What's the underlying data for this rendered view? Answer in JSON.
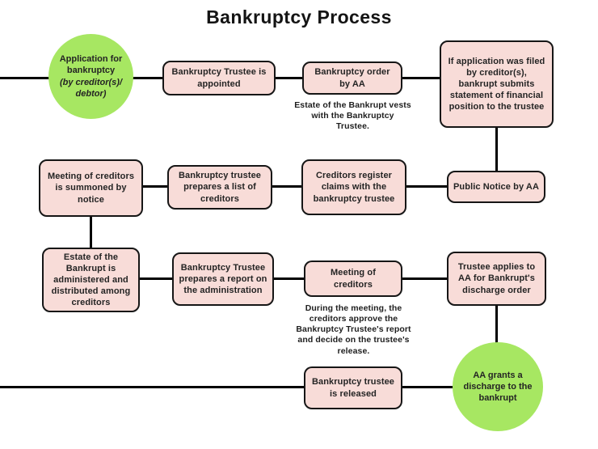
{
  "title": "Bankruptcy Process",
  "colors": {
    "box_fill": "#f8dcd8",
    "box_border": "#161616",
    "circle_fill": "#a7e762",
    "connector": "#000000",
    "text": "#242424"
  },
  "nodes": {
    "application": {
      "text": "Application for bankruptcy",
      "italic_text": "(by creditor(s)/ debtor)"
    },
    "trustee_appointed": {
      "text": "Bankruptcy Trustee is appointed"
    },
    "bankruptcy_order": {
      "text": "Bankruptcy order by AA"
    },
    "order_note": {
      "text": "Estate of the Bankrupt vests with the Bankruptcy Trustee."
    },
    "statement_submission": {
      "text": "If application was filed by creditor(s), bankrupt submits statement of financial position to the trustee"
    },
    "public_notice": {
      "text": "Public Notice by AA"
    },
    "creditors_register": {
      "text": "Creditors register claims with the bankruptcy trustee"
    },
    "trustee_list": {
      "text": "Bankruptcy trustee prepares a list of creditors"
    },
    "meeting_summoned": {
      "text": "Meeting of creditors is summoned by notice"
    },
    "estate_administered": {
      "text": "Estate of the Bankrupt is administered and distributed among creditors"
    },
    "trustee_report": {
      "text": "Bankruptcy Trustee prepares a report on the administration"
    },
    "meeting_creditors": {
      "text": "Meeting of creditors"
    },
    "meeting_note": {
      "text": "During the meeting, the creditors approve the Bankruptcy Trustee's report and decide on the trustee's release."
    },
    "trustee_applies": {
      "text": "Trustee applies to AA for Bankrupt's discharge order"
    },
    "trustee_released": {
      "text": "Bankruptcy trustee is released"
    },
    "discharge_granted": {
      "text": "AA grants a discharge to the bankrupt"
    }
  }
}
